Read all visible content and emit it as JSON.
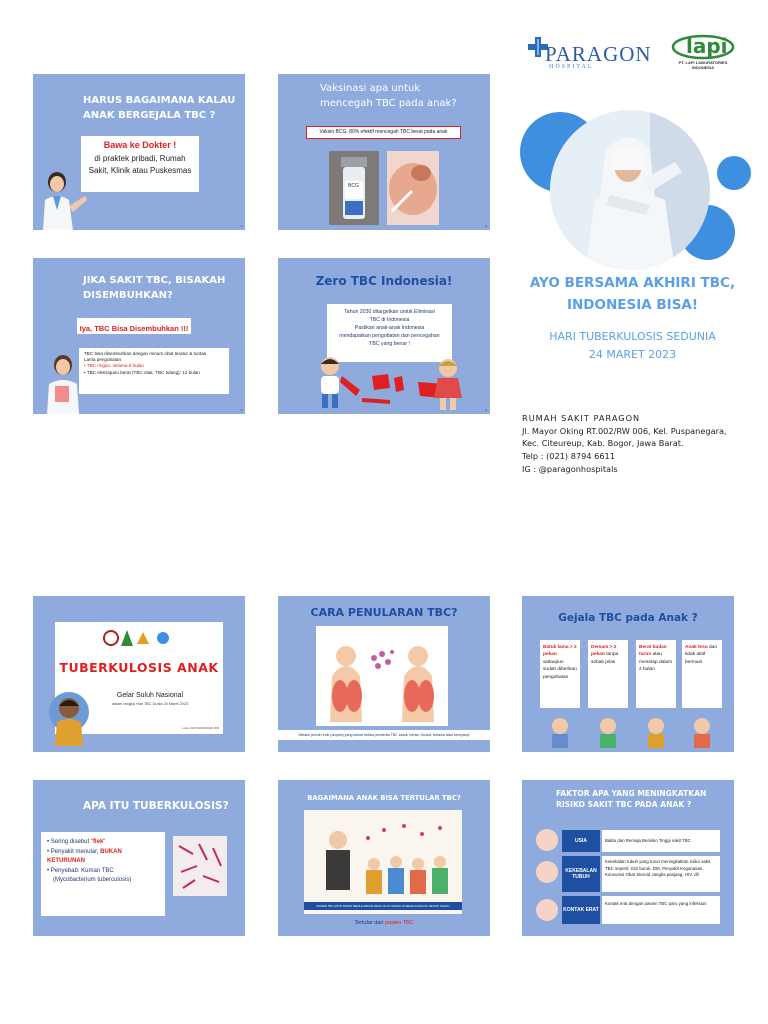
{
  "header": {
    "paragon_name": "PARAGON",
    "paragon_sub": "HOSPITAL",
    "lapi_name": "lapi",
    "lapi_sub": "PT. LAPI LABORATORIES INDONESIA"
  },
  "cover": {
    "headline_1": "AYO BERSAMA AKHIRI TBC,",
    "headline_2": "INDONESIA BISA!",
    "event_1": "HARI TUBERKULOSIS SEDUNIA",
    "event_2": "24 MARET 2023"
  },
  "contact": {
    "name": "RUMAH SAKIT PARAGON",
    "addr_1": "Jl. Mayor Oking RT.002/RW 006, Kel. Puspanegara,",
    "addr_2": "Kec. Citeureup, Kab. Bogor, Jawa Barat.",
    "phone": "Telp : (021) 8794 6611",
    "ig": "IG : @paragonhospitals"
  },
  "slides": {
    "s1": {
      "title_1": "HARUS BAGAIMANA KALAU",
      "title_2": "ANAK BERGEJALA TBC ?",
      "red": "Bawa ke Dokter !",
      "body_1": "di praktek pribadi, Rumah",
      "body_2": "Sakit, Klinik atau Puskesmas"
    },
    "s2": {
      "title_1": "Vaksinasi apa untuk",
      "title_2": "mencegah TBC pada anak?",
      "box": "Vaksin BCG: 80% efektif mencegah TBC berat pada anak",
      "vial": "BCG"
    },
    "s3": {
      "title_1": "JIKA SAKIT TBC, BISAKAH",
      "title_2": "DISEMBUHKAN?",
      "red": "Iya, TBC Bisa Disembuhkan !!!",
      "body_1": "TBC bisa disembuhkan dengan minum obat teratur & tuntas",
      "body_2": "Lama pengobatan:",
      "item_1": "TBC ringan: selama 6 bulan",
      "item_2": "TBC ekstraparu berat (TBC otak, TBC tulang): 12 bulan"
    },
    "s4": {
      "title": "Zero TBC Indonesia!",
      "body_1": "Tahun 2030 ditargetkan untuk Eliminasi",
      "body_2": "TBC di Indonesia",
      "body_3": "Pastikan anak-anak Indonesia",
      "body_4": "mendapatkan pengobatan dan pencegahan",
      "body_5": "TBC yang benar !"
    },
    "s5": {
      "title": "TUBERKULOSIS ANAK",
      "sub": "Gelar Suluh Nasional",
      "small": "dalam rangka Hari TBC Dunia 24 Maret 2023",
      "foot": "Lulus SMI KEMENKES 308"
    },
    "s6": {
      "title": "CARA PENULARAN TBC?",
      "caption": "Melalui percik renik (droplet) yang keluar ketika penderita TBC batuk, bersin, bicara, tertawa atau bernyanyi"
    },
    "s7": {
      "title": "Gejala TBC pada Anak ?",
      "cards": [
        {
          "red": "Batuk lama > 2 pekan",
          "text": "walaupun sudah diberikan pengobatan"
        },
        {
          "red": "Demam > 2 pekan",
          "text": "tanpa sebab jelas"
        },
        {
          "red": "Berat badan turun",
          "text": "atau menetap dalam 2 bulan"
        },
        {
          "red": "Anak lesu",
          "text": "dan tidak aktif bermain"
        }
      ]
    },
    "s8": {
      "title": "APA ITU TUBERKULOSIS?",
      "item_1a": "Sering disebut \"",
      "item_1b": "flek",
      "item_1c": "\"",
      "item_2a": "Penyakit menular, ",
      "item_2b": "BUKAN KETURUNAN",
      "item_3": "Penyebab: Kuman TBC",
      "item_3b": "(Mycobacterium tuberculosis)"
    },
    "s9": {
      "title": "BAGAIMANA ANAK BISA TERTULAR TBC?",
      "banner": "PASIEN TBC AKTIF DAPAT MENULARKAN PADA 10-15 ORANG DI SEKELILINGNYA SETIAP TAHUN",
      "caption_a": "Tertular dari ",
      "caption_b": "pasien TBC"
    },
    "s10": {
      "title_1": "FAKTOR APA YANG MENINGKATKAN",
      "title_2": "RISIKO SAKIT TBC PADA ANAK ?",
      "rows": [
        {
          "label": "USIA",
          "text": "Balita dan Remaja Berisiko Tinggi sakit TBC"
        },
        {
          "label": "KEKEBALAN TUBUH",
          "text": "Kekebalan tubuh yang turun meningkatkan risiko sakit TBC seperti: Gizi buruk, DM, Penyakit Keganasan, Konsumsi Obat Steroid Jangka panjang, HIV, dll"
        },
        {
          "label": "KONTAK ERAT",
          "text": "Kontak erat dengan pasien TBC paru yang infeksius"
        }
      ]
    }
  },
  "colors": {
    "slide_bg": "#8faadc",
    "accent_blue": "#3f8fe0",
    "red": "#e02020",
    "cover_text": "#5aa0e6"
  }
}
